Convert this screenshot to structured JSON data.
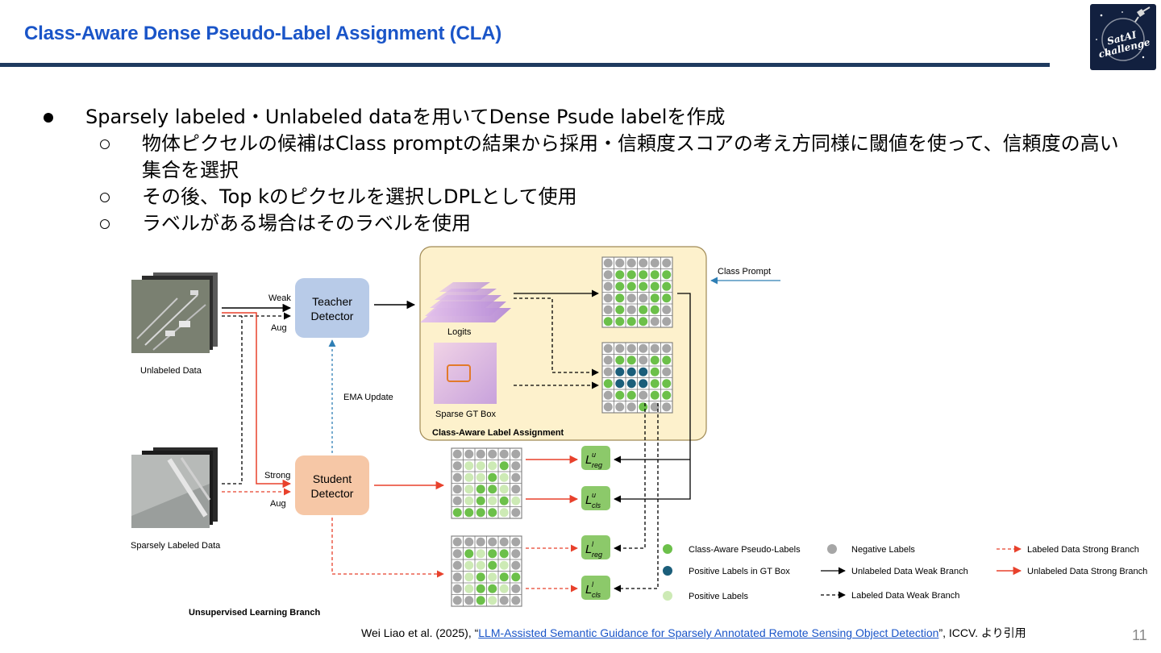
{
  "header": {
    "title": "Class-Aware Dense Pseudo-Label Assignment (CLA)",
    "logo_text": "SatAI challenge"
  },
  "bullets": {
    "main": "Sparsely labeled・Unlabeled dataを用いてDense Psude labelを作成",
    "sub": [
      "物体ピクセルの候補はClass promptの結果から採用・信頼度スコアの考え方同様に閾値を使って、信頼度の高い集合を選択",
      "その後、Top kのピクセルを選択しDPLとして使用",
      "ラベルがある場合はそのラベルを使用"
    ]
  },
  "diagram": {
    "unlabeled_data": "Unlabeled Data",
    "sparsely_labeled_data": "Sparsely Labeled Data",
    "weak": "Weak",
    "aug": "Aug",
    "strong": "Strong",
    "teacher_line1": "Teacher",
    "teacher_line2": "Detector",
    "student_line1": "Student",
    "student_line2": "Detector",
    "ema_update": "EMA Update",
    "logits": "Logits",
    "sparse_gt_box": "Sparse GT Box",
    "cla_box_label": "Class-Aware Label Assignment",
    "class_prompt": "Class Prompt",
    "unsupervised_branch": "Unsupervised Learning Branch",
    "loss_letter": "L",
    "loss_sup_u": "u",
    "loss_sup_l": "l",
    "loss_sub_reg": "reg",
    "loss_sub_cls": "cls"
  },
  "legend": {
    "class_aware_pseudo_labels": "Class-Aware Pseudo-Labels",
    "positive_labels_in_gt_box": "Positive Labels in GT Box",
    "positive_labels": "Positive Labels",
    "negative_labels": "Negative Labels",
    "unlabeled_weak": "Unlabeled Data Weak Branch",
    "labeled_weak": "Labeled Data Weak Branch",
    "labeled_strong": "Labeled Data Strong Branch",
    "unlabeled_strong": "Unlabeled Data Strong Branch"
  },
  "colors": {
    "title": "#1a55c8",
    "rule": "#1f3a5f",
    "green": "#6cc04a",
    "light_green": "#cdeab5",
    "teal": "#1b5e7a",
    "gray": "#a6a6a6",
    "red": "#e8412c",
    "blue_arrow": "#2f7fb5",
    "teacher_fill": "#b8cbe8",
    "student_fill": "#f6c7a6",
    "cla_fill": "#fdf1cc",
    "cla_border": "#a08a55"
  },
  "grids": {
    "logits": [
      "GGGGGG",
      "GCCCCC",
      "GCCCCC",
      "GCGGCC",
      "GCGCCG",
      "CCCCGG"
    ],
    "gt": [
      "GGGGGG",
      "GCCGCC",
      "GTTTCG",
      "CTTTCC",
      "GCCGCC",
      "GGGCGG"
    ],
    "strong_u": [
      "GGGGGG",
      "GLLLCG",
      "GLLCLG",
      "GLCCLG",
      "GLCLCL",
      "CCCCLG"
    ],
    "strong_l": [
      "GGGGGG",
      "GCLCCG",
      "GLLCLG",
      "GLCLCC",
      "GLCCLG",
      "GGCLGG"
    ]
  },
  "citation": {
    "before": "Wei Liao et al. (2025), “",
    "link": "LLM-Assisted Semantic Guidance for Sparsely Annotated Remote Sensing Object Detection",
    "after": "”, ICCV. より引用"
  },
  "page_number": "11"
}
